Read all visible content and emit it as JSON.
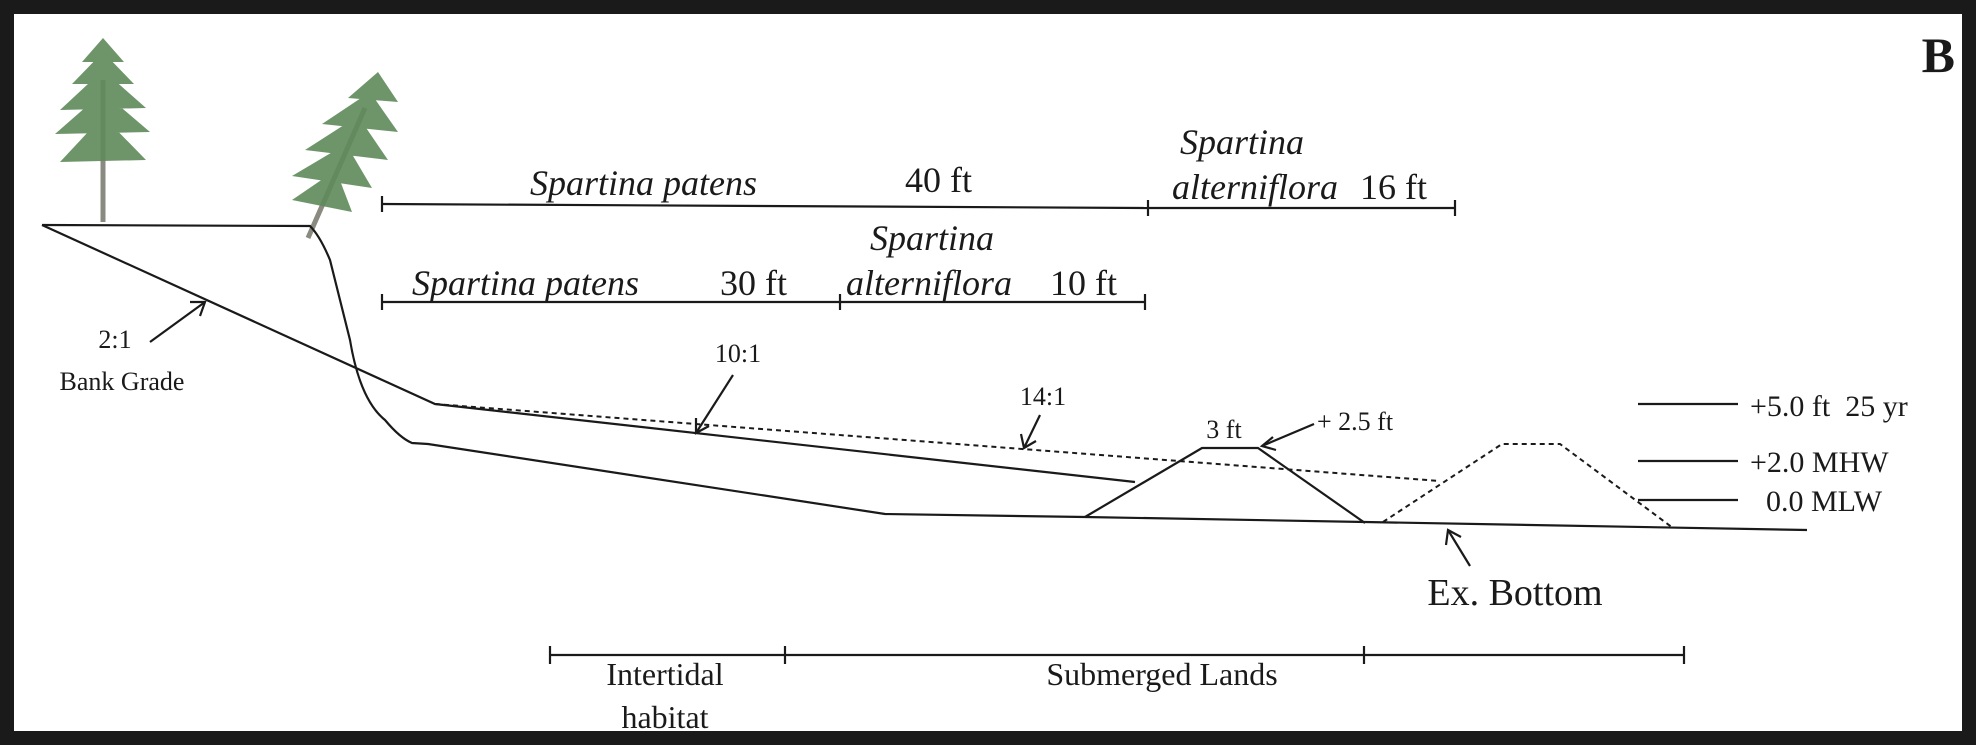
{
  "panel_label": "B",
  "bank_grade": {
    "ratio": "2:1",
    "label": "Bank Grade"
  },
  "slopes": {
    "upper": "10:1",
    "lower": "14:1"
  },
  "plan_40": {
    "patens_species": "Spartina patens",
    "patens_length": "40 ft",
    "alterniflora_genus": "Spartina",
    "alterniflora_epithet": "alterniflora",
    "alterniflora_length": "16 ft"
  },
  "plan_30": {
    "patens_species": "Spartina patens",
    "patens_length": "30 ft",
    "alterniflora_genus": "Spartina",
    "alterniflora_epithet": "alterniflora",
    "alterniflora_length": "10 ft"
  },
  "sill": {
    "width": "3 ft",
    "elevation": "+ 2.5 ft"
  },
  "water_levels": [
    {
      "label": "+5.0 ft  25 yr"
    },
    {
      "label": "+2.0 MHW"
    },
    {
      "label": "0.0 MLW"
    }
  ],
  "existing_bottom": "Ex. Bottom",
  "zones": {
    "intertidal_line1": "Intertidal",
    "intertidal_line2": "habitat",
    "submerged": "Submerged Lands"
  },
  "colors": {
    "ink": "#1a1a1a",
    "tree_foliage": "#5e8a5a",
    "tree_trunk": "#8a8a80"
  }
}
